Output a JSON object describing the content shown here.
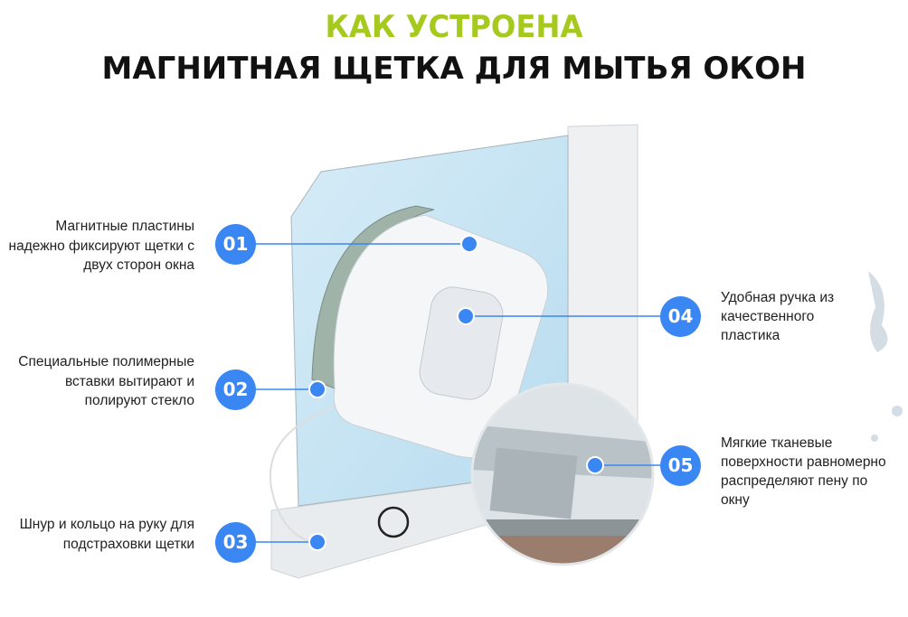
{
  "header": {
    "subtitle": "КАК УСТРОЕНА",
    "title": "МАГНИТНАЯ ЩЕТКА ДЛЯ МЫТЬЯ ОКОН"
  },
  "colors": {
    "accent_green": "#a6c91e",
    "badge_blue": "#3a86f2"
  },
  "features": [
    {
      "num": "01",
      "text": "Магнитные пластины надежно фиксируют щетки с двух сторон окна"
    },
    {
      "num": "02",
      "text": "Специальные полимерные вставки вытирают и полируют стекло"
    },
    {
      "num": "03",
      "text": "Шнур и кольцо на руку для подстраховки щетки"
    },
    {
      "num": "04",
      "text": "Удобная ручка из качественного пластика"
    },
    {
      "num": "05",
      "text": "Мягкие тканевые поверхности равномерно распределяют пену по окну"
    }
  ]
}
